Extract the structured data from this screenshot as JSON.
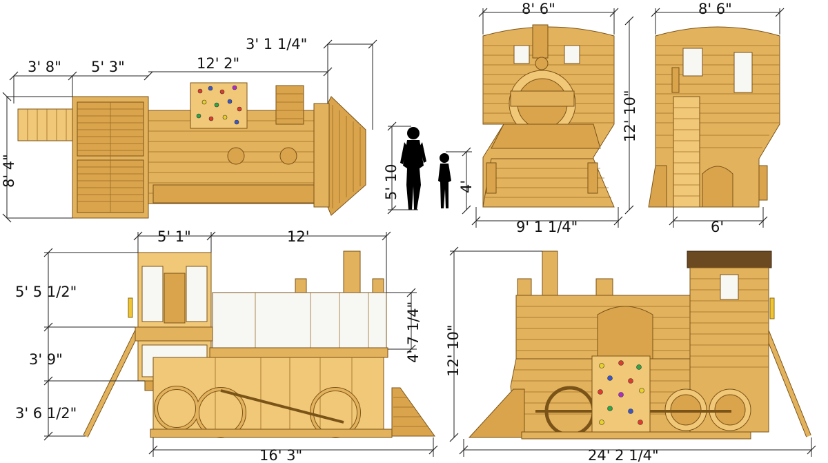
{
  "dimensions": {
    "top_view": {
      "left_ext": "3' 8\"",
      "mid_ext": "5' 3\"",
      "length": "12' 2\"",
      "nose": "3' 1 1/4\"",
      "width": "8' 4\""
    },
    "figures": {
      "adult": "5' 10",
      "child": "4'"
    },
    "front_view": {
      "top_width": "8' 6\"",
      "height": "12' 10\"",
      "base_width": "9' 1 1/4\""
    },
    "back_view": {
      "top_width": "8' 6\"",
      "base_width": "6'"
    },
    "side_left": {
      "cab_width": "5' 1\"",
      "body_width": "12'",
      "upper_h": "5' 5 1/2\"",
      "mid_h": "3' 9\"",
      "low_h": "3' 6 1/2\"",
      "body_h": "4' 7 1/4\"",
      "total_length": "16' 3\""
    },
    "side_right": {
      "height": "12' 10\"",
      "total_length": "24' 2 1/4\""
    }
  },
  "colors": {
    "wood": "#e3b25d",
    "wood_dark": "#d9a44c",
    "wood_light": "#f1c877",
    "outline": "#7a5318",
    "roof": "#6b4a22",
    "panel": "#f7f7f4",
    "silhouette": "#000000"
  }
}
